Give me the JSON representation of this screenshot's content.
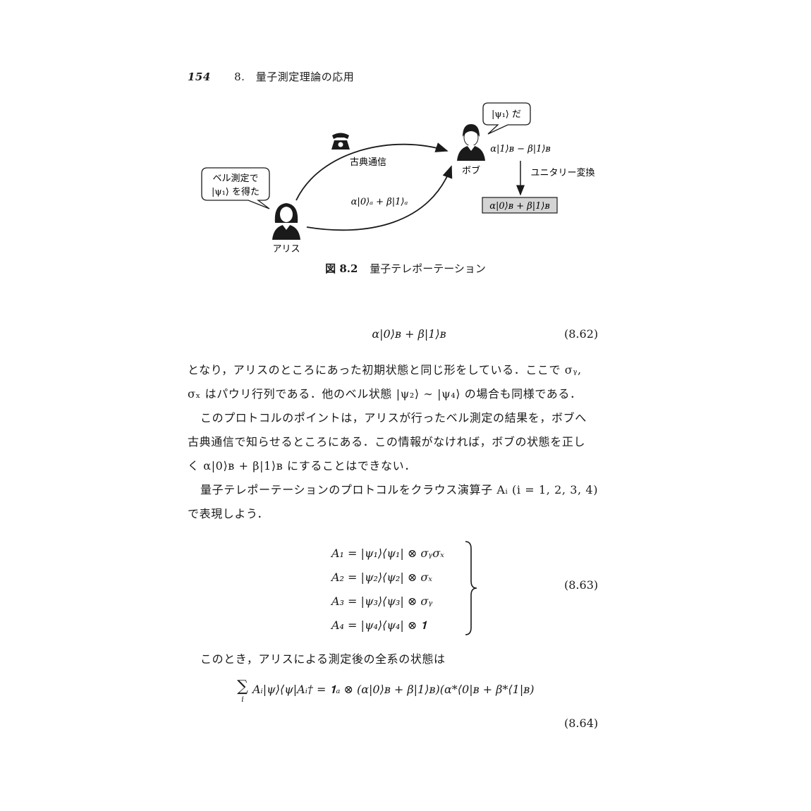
{
  "header": {
    "page_number": "154",
    "chapter_number": "8.",
    "chapter_title": "量子測定理論の応用"
  },
  "figure": {
    "bubble_alice": [
      "ベル測定で",
      "|ψ₁⟩ を得た"
    ],
    "bubble_bob": "|ψ₁⟩ だ",
    "label_alice": "アリス",
    "label_bob": "ボブ",
    "label_classical": "古典通信",
    "state_alice": "α|0⟩ₐ + β|1⟩ₐ",
    "state_bob_before": "α|1⟩ʙ − β|1⟩ʙ",
    "label_unitary": "ユニタリー変換",
    "state_bob_after": "α|0⟩ʙ + β|1⟩ʙ",
    "colors": {
      "result_box": "#d4d4d4",
      "ink": "#1a1a1a"
    },
    "icons": [
      "telephone-icon",
      "person-alice-icon",
      "person-bob-icon"
    ]
  },
  "caption": {
    "label": "図 8.2",
    "text": "量子テレポーテーション"
  },
  "equations": {
    "eq62": {
      "body": "α|0⟩ʙ + β|1⟩ʙ",
      "number": "(8.62)"
    },
    "eq63": {
      "rows": [
        "A₁ = |ψ₁⟩⟨ψ₁| ⊗ σᵧσₓ",
        "A₂ = |ψ₂⟩⟨ψ₂| ⊗ σₓ",
        "A₃ = |ψ₃⟩⟨ψ₃| ⊗ σᵧ",
        "A₄ = |ψ₄⟩⟨ψ₄| ⊗ 𝟏"
      ],
      "number": "(8.63)"
    },
    "eq64": {
      "sum": "∑",
      "sum_index": "i",
      "body": "Aᵢ|ψ⟩⟨ψ|Aᵢ† = 𝟏ₐ ⊗ (α|0⟩ʙ + β|1⟩ʙ)(α*⟨0|ʙ + β*⟨1|ʙ)",
      "number": "(8.64)"
    }
  },
  "paragraphs": {
    "p1_line1": "となり，アリスのところにあった初期状態と同じ形をしている．ここで σᵧ,",
    "p1_line2": "σₓ はパウリ行列である．他のベル状態 |ψ₂⟩ ∼ |ψ₄⟩ の場合も同様である．",
    "p2_line1": "このプロトコルのポイントは，アリスが行ったベル測定の結果を，ボブへ",
    "p2_line2": "古典通信で知らせるところにある．この情報がなければ，ボブの状態を正し",
    "p2_line3": "く α|0⟩ʙ + β|1⟩ʙ にすることはできない．",
    "p3_line1": "量子テレポーテーションのプロトコルをクラウス演算子 Aᵢ (i = 1, 2, 3, 4)",
    "p3_line2": "で表現しよう．",
    "p4_line1": "このとき，アリスによる測定後の全系の状態は"
  }
}
